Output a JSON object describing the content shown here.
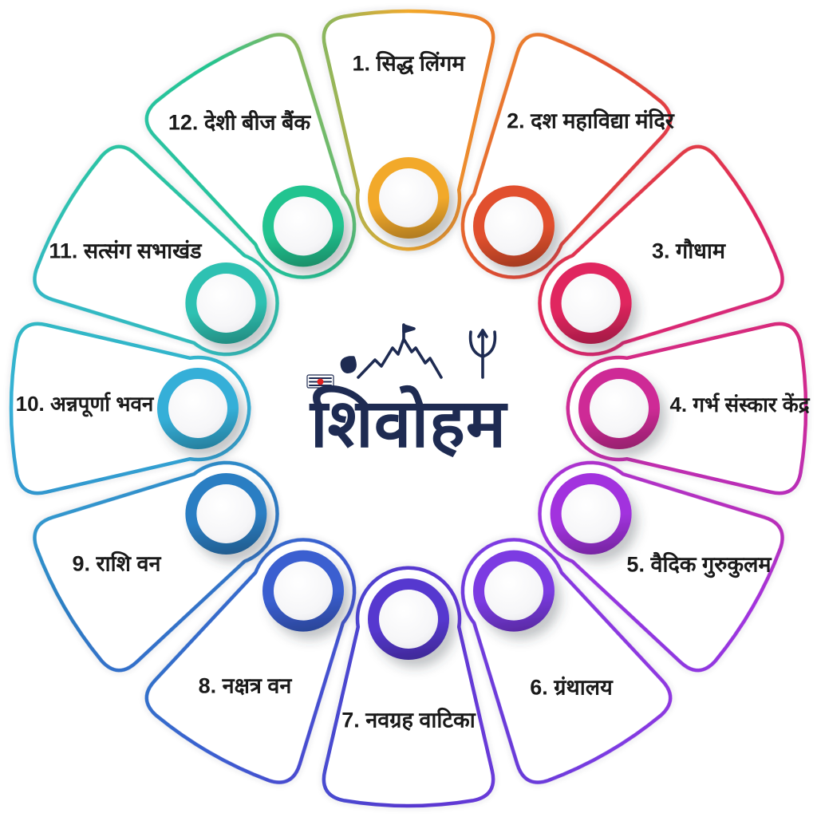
{
  "page": {
    "background": "#ffffff",
    "label_text_color": "#1a1a1a"
  },
  "center_logo": {
    "text": "शिवोहम",
    "color": "#1e2b52",
    "tilak_dot_color": "#e02020",
    "icons": [
      "temple-mountain-icon",
      "flag-icon",
      "trishul-icon",
      "tilak-icon"
    ]
  },
  "segments": [
    {
      "number": "1",
      "label": "1. सिद्ध लिंगम",
      "color": "#F2A92C"
    },
    {
      "number": "2",
      "label": "2. दश महाविद्या मंदिर",
      "color": "#E1502E"
    },
    {
      "number": "3",
      "label": "3. गौधाम",
      "color": "#E0265F"
    },
    {
      "number": "4",
      "label": "4. गर्भ संस्कार केंद्र",
      "color": "#CE2B96"
    },
    {
      "number": "5",
      "label": "5. वैदिक गुरुकुलम",
      "color": "#A233DE"
    },
    {
      "number": "6",
      "label": "6. ग्रंथालय",
      "color": "#7B3BE2"
    },
    {
      "number": "7",
      "label": "7. नवग्रह वाटिका",
      "color": "#5638CF"
    },
    {
      "number": "8",
      "label": "8. नक्षत्र वन",
      "color": "#3A5FD0"
    },
    {
      "number": "9",
      "label": "9. राशि वन",
      "color": "#2C7EC3"
    },
    {
      "number": "10",
      "label": "10. अन्नपूर्णा भवन",
      "color": "#35AFD8"
    },
    {
      "number": "11",
      "label": "11. सत्संग सभाखंड",
      "color": "#2FC1B2"
    },
    {
      "number": "12",
      "label": "12. देशी बीज बैंक",
      "color": "#23C490"
    }
  ]
}
